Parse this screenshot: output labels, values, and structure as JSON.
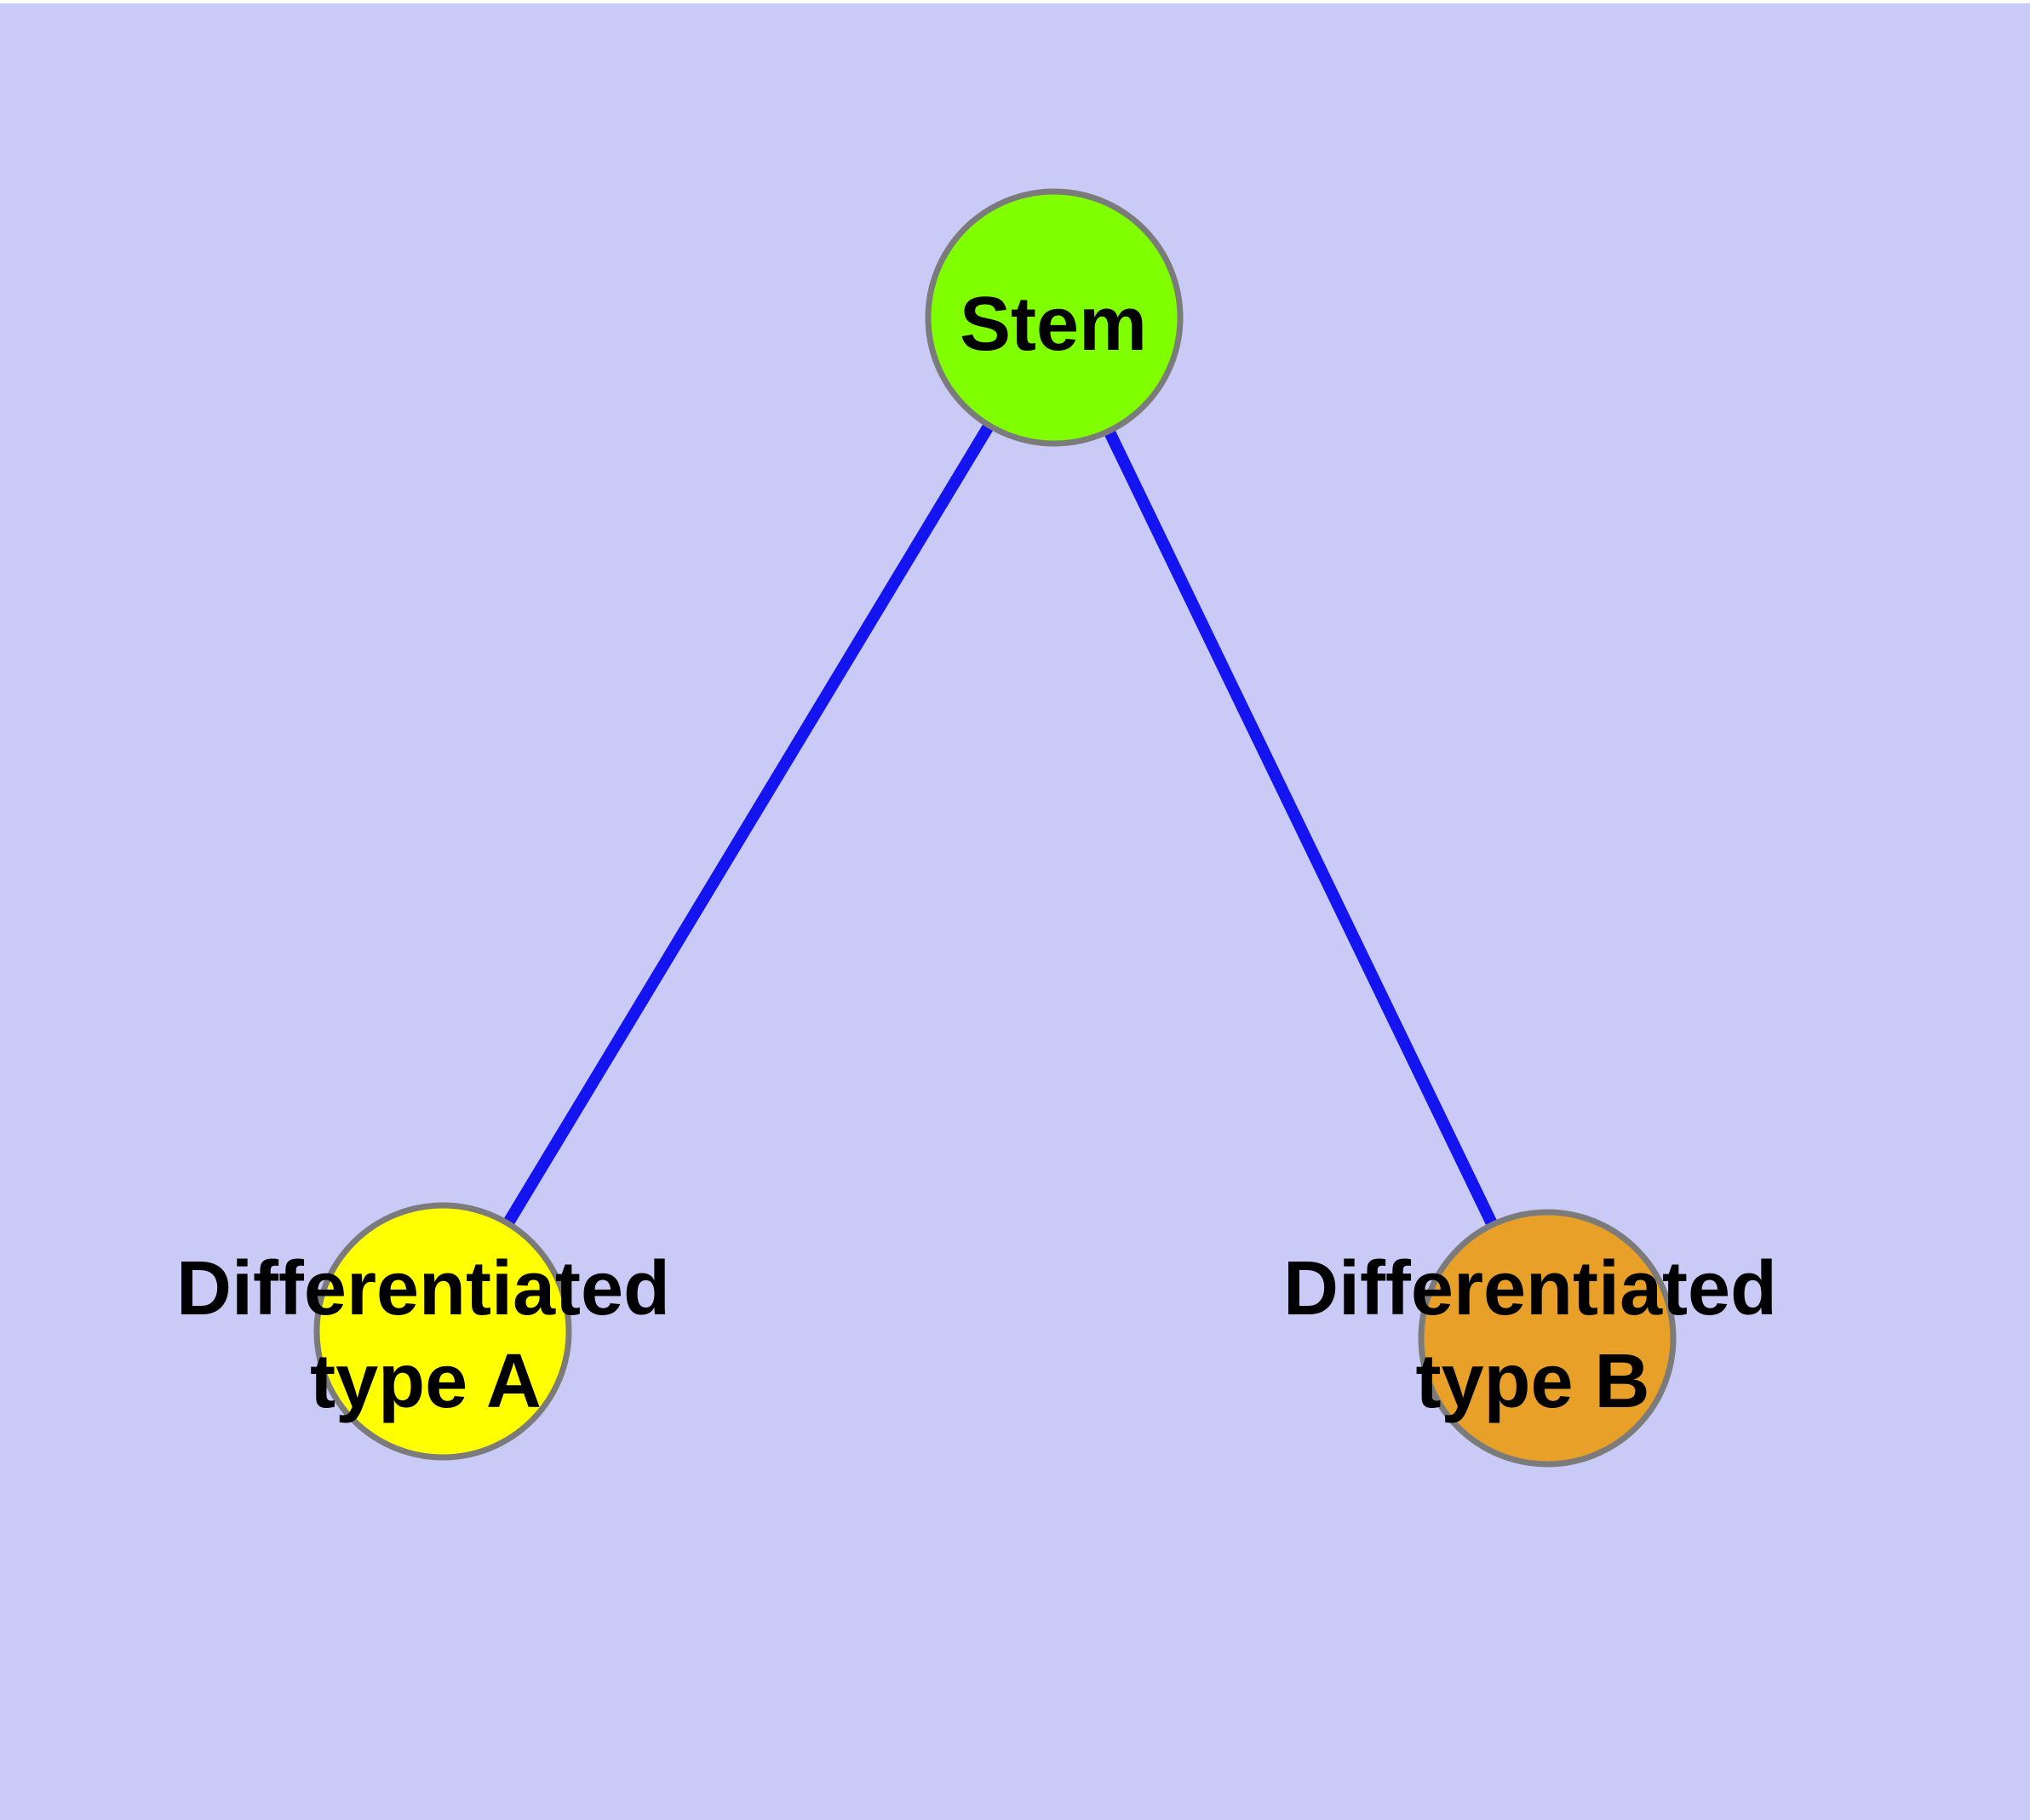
{
  "diagram": {
    "colors": {
      "background": "#cacaf7",
      "page_margin": "#ffffff",
      "edge": "#1414f0",
      "node_border": "#7b7b7b",
      "label_text": "#000000",
      "stem_fill": "#7fff00",
      "type_a_fill": "#ffff00",
      "type_b_fill": "#e8a028"
    },
    "nodes": [
      {
        "id": "stem",
        "label": "Stem",
        "fill": "#7fff00"
      },
      {
        "id": "type-a",
        "label_line1": "Differentiated",
        "label_line2": "type A",
        "fill": "#ffff00"
      },
      {
        "id": "type-b",
        "label_line1": "Differentiated",
        "label_line2": "type B",
        "fill": "#e8a028"
      }
    ],
    "edges": [
      {
        "from": "Stem",
        "to": "Differentiated type A"
      },
      {
        "from": "Stem",
        "to": "Differentiated type B"
      }
    ]
  }
}
